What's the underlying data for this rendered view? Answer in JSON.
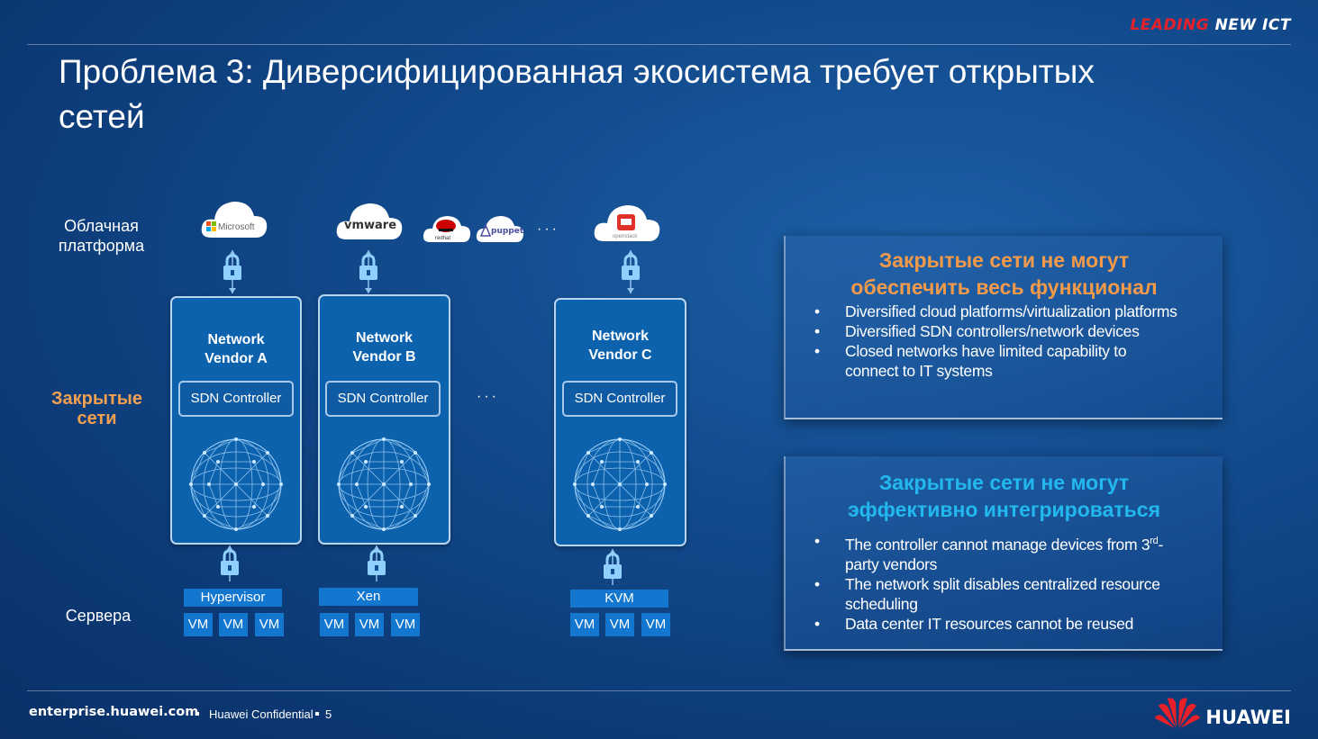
{
  "brand": {
    "leading": "LEADING",
    "newict": "NEW ICT"
  },
  "title": "Проблема 3: Диверсифицированная экосистема требует открытых сетей",
  "rows": {
    "cloud": "Облачная платформа",
    "closed": "Закрытые сети",
    "servers": "Сервера"
  },
  "clouds": {
    "microsoft": "Microsoft",
    "vmware": "vmware",
    "redhat": "redhat",
    "puppet": "puppet",
    "openstack": "openstack",
    "more": "···"
  },
  "vendors": [
    {
      "name": "Network Vendor A",
      "sdn": "SDN Controller",
      "hypervisor": "Hypervisor",
      "vms": [
        "VM",
        "VM",
        "VM"
      ]
    },
    {
      "name": "Network Vendor B",
      "sdn": "SDN Controller",
      "hypervisor": "Xen",
      "vms": [
        "VM",
        "VM",
        "VM"
      ]
    },
    {
      "name": "Network Vendor C",
      "sdn": "SDN Controller",
      "hypervisor": "KVM",
      "vms": [
        "VM",
        "VM",
        "VM"
      ]
    }
  ],
  "middle_dots": "···",
  "panel1": {
    "title": "Закрытые сети не могут обеспечить весь функционал",
    "bullets": [
      "Diversified cloud platforms/virtualization platforms",
      "Diversified SDN controllers/network devices",
      "Closed networks have limited capability to connect to IT systems"
    ]
  },
  "panel2": {
    "title": "Закрытые сети не могут эффективно интегрироваться",
    "bullets": [
      {
        "pre": "The controller cannot manage devices from 3",
        "sup": "rd",
        "post": "-party vendors"
      },
      "The network split disables centralized resource scheduling",
      "Data center IT resources cannot be reused"
    ]
  },
  "footer": {
    "url": "enterprise.huawei.com",
    "confidential": "Huawei Confidential",
    "page": "5",
    "logo": "HUAWEI"
  },
  "colors": {
    "orange": "#f29a4a",
    "cyan": "#22b8ee",
    "red": "#e8202a"
  }
}
